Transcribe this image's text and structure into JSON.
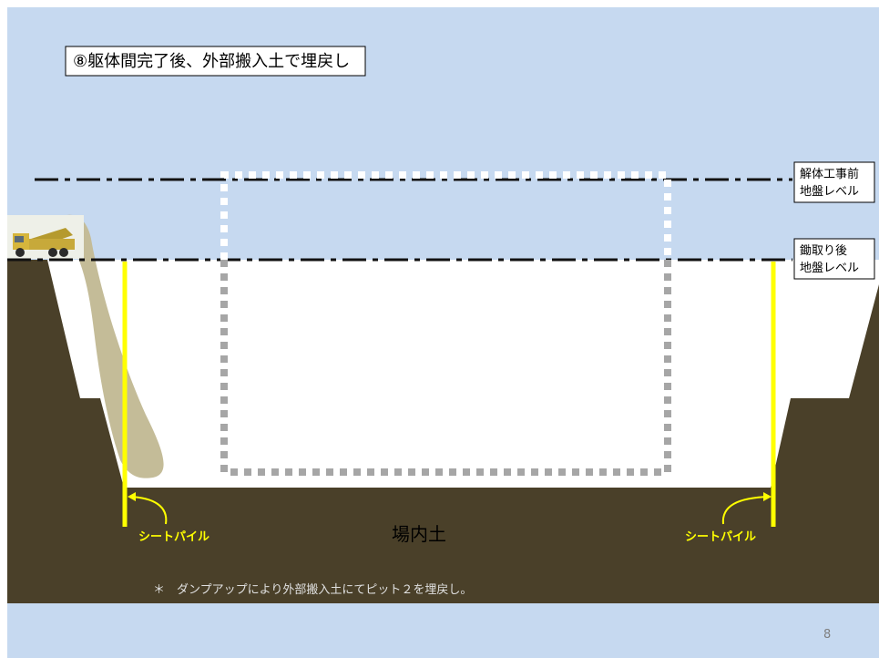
{
  "slide": {
    "title": "⑧躯体間完了後、外部搬入土で埋戻し",
    "page_number": "8",
    "footnote": "＊　ダンプアップにより外部搬入土にてピット２を埋戻し。"
  },
  "levels": {
    "before_demolition": [
      "解体工事前",
      "地盤レベル"
    ],
    "after_excavation": [
      "鋤取り後",
      "地盤レベル"
    ]
  },
  "labels": {
    "sheet_pile_left": "シートパイル",
    "sheet_pile_right": "シートパイル",
    "onsite_soil": "場内土"
  },
  "icons": {
    "dump_truck": "dump-truck-icon"
  },
  "colors": {
    "sky": "#c6d9f0",
    "soil": "#4a4029",
    "sheet_pile": "#ffff00",
    "fill_soil": "#c4bc98",
    "label_yellow": "#ffff00",
    "footnote_text": "#e0e0e0"
  }
}
